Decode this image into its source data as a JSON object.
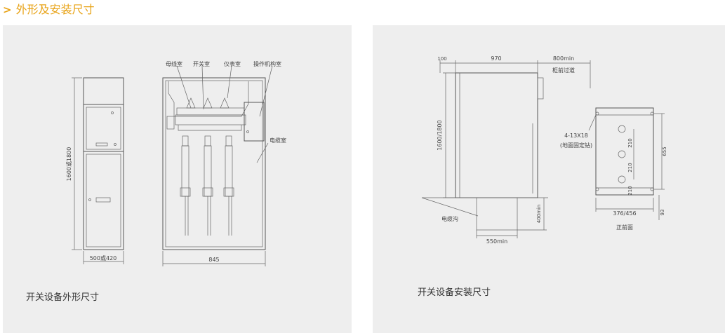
{
  "header": {
    "chevron": ">",
    "title": "外形及安装尺寸"
  },
  "left_panel": {
    "caption": "开关设备外形尺寸",
    "labels": {
      "height_dim": "1600或1800",
      "width_dim": "500或420",
      "depth_dim": "845",
      "busbar_room": "母线室",
      "switch_room": "开关室",
      "instrument_room": "仪表室",
      "mechanism_room": "操作机构室",
      "cable_room": "电缆室"
    }
  },
  "right_panel": {
    "caption": "开关设备安装尺寸",
    "labels": {
      "dim_100": "100",
      "dim_970": "970",
      "dim_800min": "800min",
      "front_passage": "柜前过道",
      "height_dim": "1600/1800",
      "cable_trench": "电缆沟",
      "dim_400min": "400min",
      "dim_550min": "550min",
      "holes": "4-13X18",
      "ground_fix": "(地面固定钻)",
      "dim_210": "210",
      "dim_655": "655",
      "dim_376_456": "376/456",
      "dim_93": "93",
      "front_view": "正前面"
    }
  }
}
